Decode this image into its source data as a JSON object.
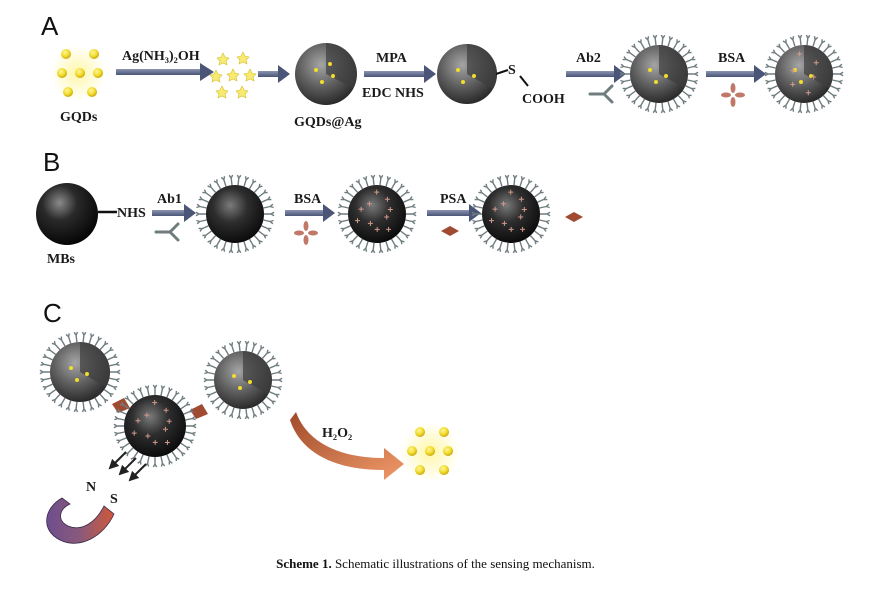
{
  "panels": {
    "A": {
      "label": "A",
      "gqds_label": "GQDs",
      "reagent1": "Ag(NH₃)₂OH",
      "gqds_ag_label": "GQDs@Ag",
      "mpa_label": "MPA",
      "edc_label": "EDC NHS",
      "s_label": "S",
      "cooh_label": "COOH",
      "ab2_label": "Ab2",
      "bsa_label": "BSA"
    },
    "B": {
      "label": "B",
      "mbs_label": "MBs",
      "nhs_label": "NHS",
      "ab1_label": "Ab1",
      "bsa_label": "BSA",
      "psa_label": "PSA"
    },
    "C": {
      "label": "C",
      "h2o2_label": "H₂O₂",
      "magnet_n": "N",
      "magnet_s": "S"
    }
  },
  "caption": {
    "prefix": "Scheme 1.",
    "text": "Schematic illustrations of the sensing mechanism."
  },
  "colors": {
    "gqd_yellow": "#f4e03a",
    "arrow_blue": "#5a6688",
    "antibody_gray": "#6f7c80",
    "bsa_pink": "#c07868",
    "psa_brown": "#a14a32",
    "magnet_purple": "#6e4e8e",
    "magnet_red": "#c8553a",
    "big_arrow": "#d06a45"
  }
}
